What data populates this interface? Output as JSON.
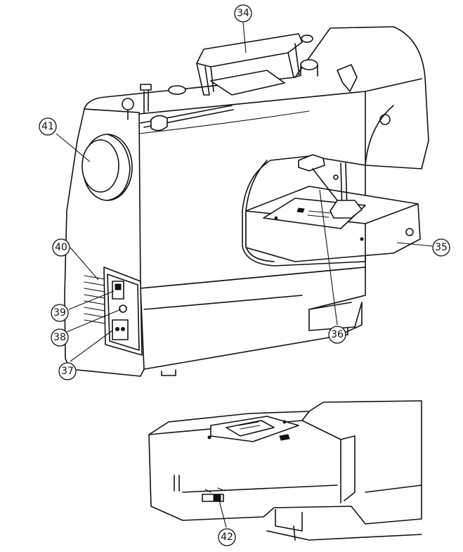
{
  "callouts": {
    "handle": "34",
    "extension_table": "35",
    "presser_foot_lever": "36",
    "power_socket": "37",
    "lamp_hole": "38",
    "power_switch": "39",
    "vent": "40",
    "handwheel": "41",
    "drop_feed_lever": "42"
  }
}
